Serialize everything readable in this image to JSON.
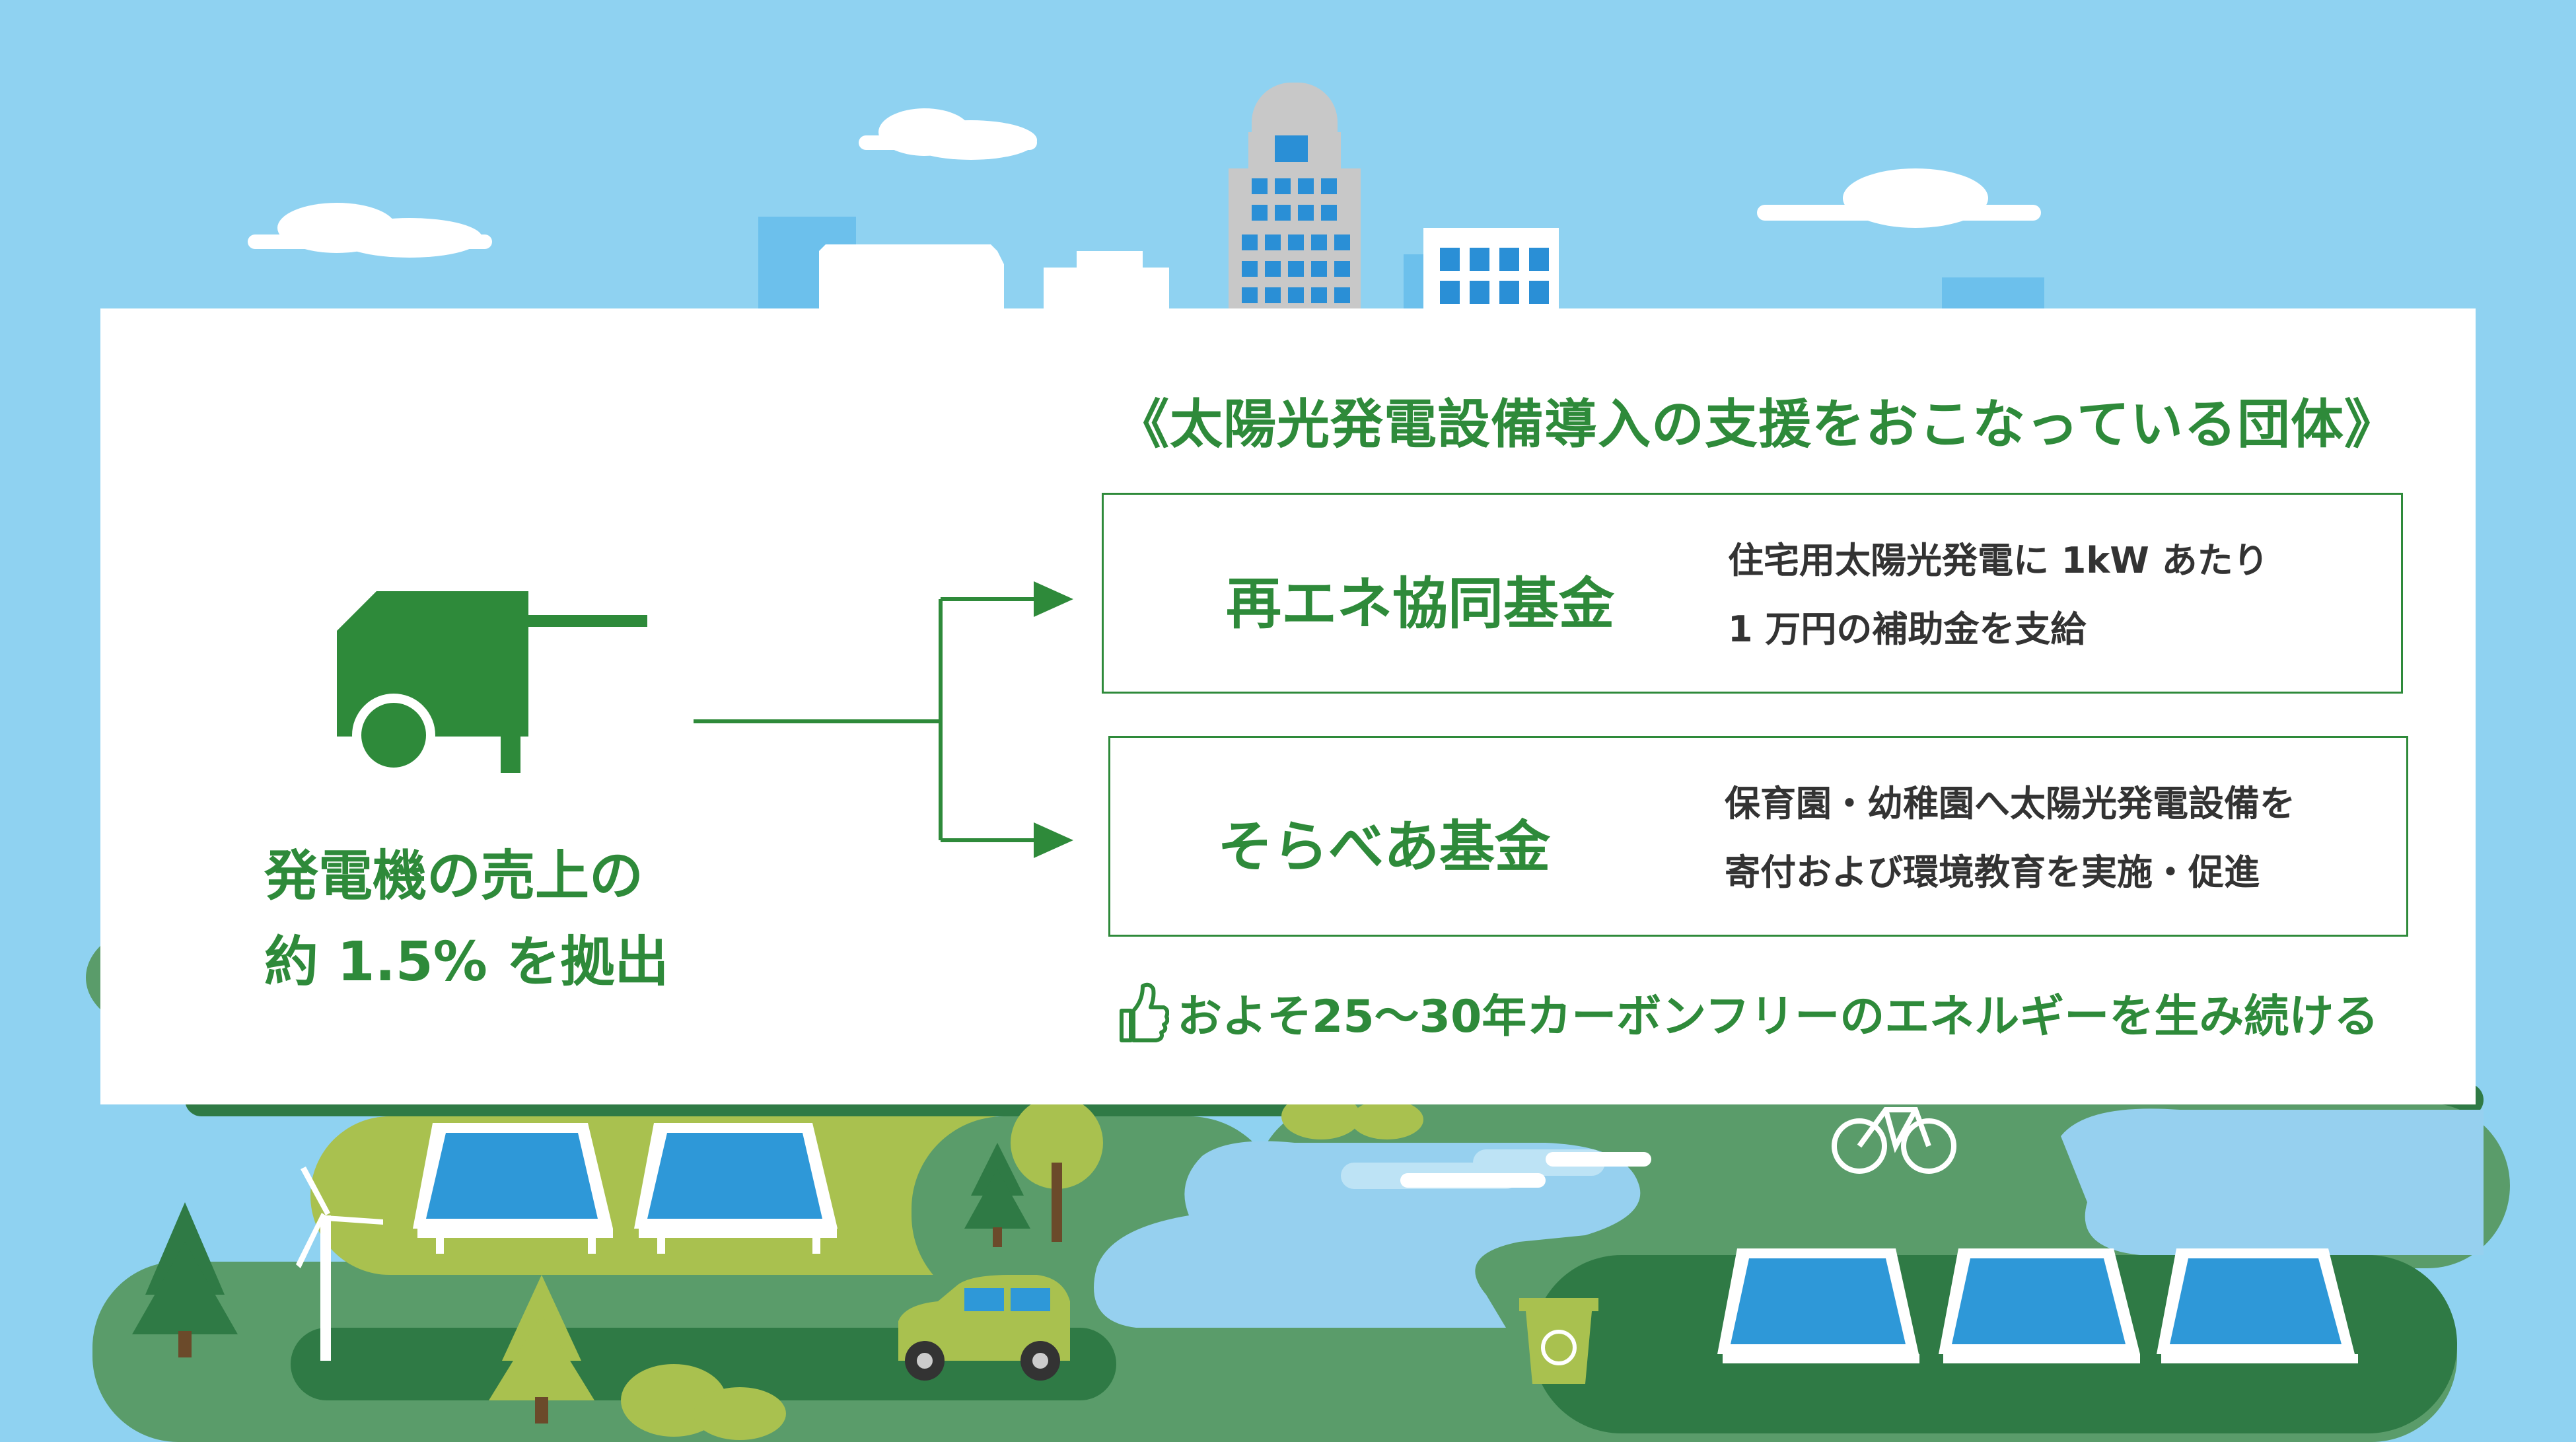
{
  "heading": "《太陽光発電設備導入の支援をおこなっている団体》",
  "left": {
    "line1": "発電機の売上の",
    "line2": "約 1.5% を拠出"
  },
  "funds": [
    {
      "name": "再エネ協同基金",
      "desc_line1": "住宅用太陽光発電に 1kW あたり",
      "desc_line2": "1 万円の補助金を支給"
    },
    {
      "name": "そらべあ基金",
      "desc_line1": "保育園・幼稚園へ太陽光発電設備を",
      "desc_line2": "寄付および環境教育を実施・促進"
    }
  ],
  "bottom_note": "およそ25〜30年カーボンフリーのエネルギーを生み続ける",
  "icons": {
    "generator": "generator-icon",
    "thumbs_up": "thumbs-up-icon"
  },
  "colors": {
    "accent_green": "#2e8a3a",
    "sky": "#8fd2f1"
  }
}
